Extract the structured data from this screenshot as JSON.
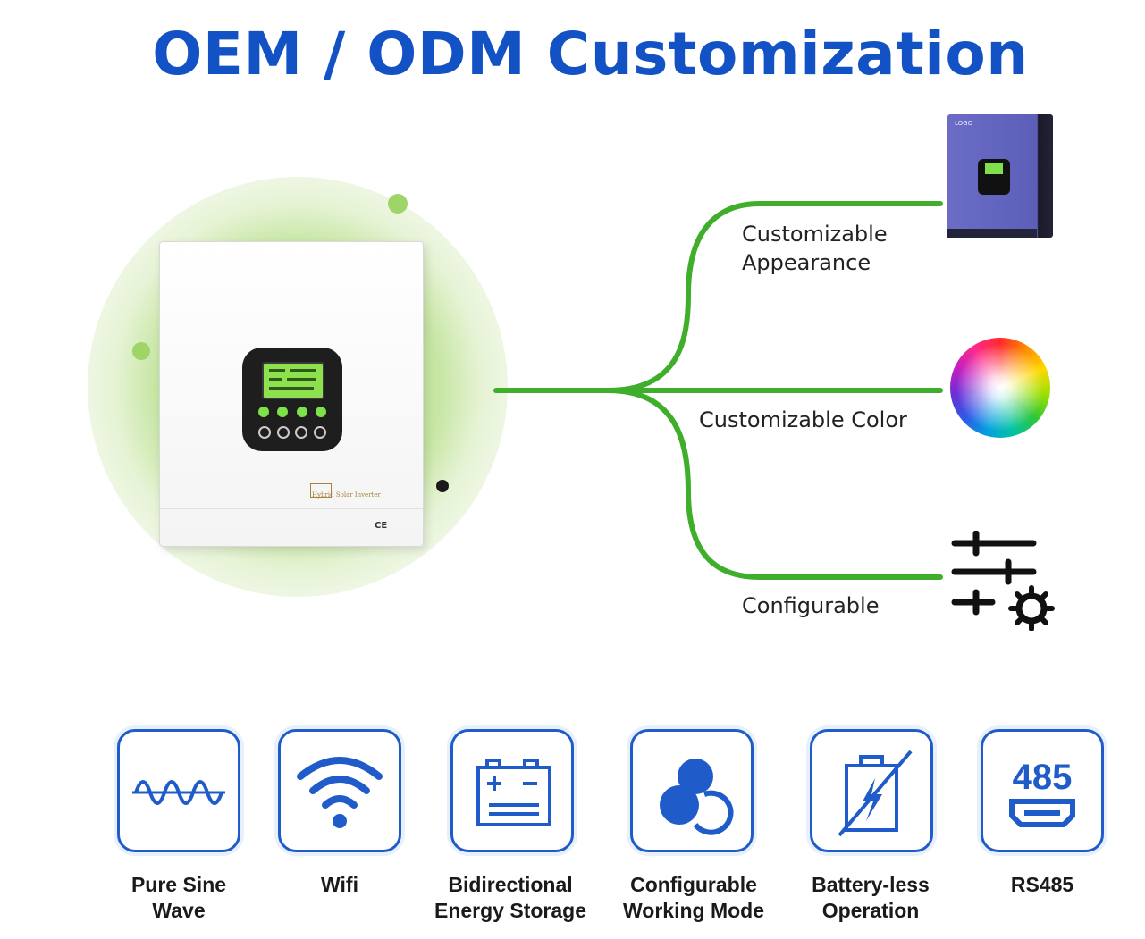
{
  "title": "OEM / ODM Customization",
  "product": {
    "brand_label": "Hybrid Solar Inverter",
    "cert_mark": "CE"
  },
  "branches": [
    {
      "line1": "Customizable",
      "line2": "Appearance",
      "icon": "purple-inverter-image"
    },
    {
      "line1": "Customizable Color",
      "line2": "",
      "icon": "color-wheel-icon"
    },
    {
      "line1": "Configurable",
      "line2": "",
      "icon": "sliders-gear-icon"
    }
  ],
  "purple_inverter_logo": "LOGO",
  "features": [
    {
      "line1": "Pure Sine",
      "line2": "Wave",
      "icon": "sine-wave-icon"
    },
    {
      "line1": "Wifi",
      "line2": "",
      "icon": "wifi-icon"
    },
    {
      "line1": "Bidirectional",
      "line2": "Energy Storage",
      "icon": "battery-icon"
    },
    {
      "line1": "Configurable",
      "line2": "Working Mode",
      "icon": "working-mode-icon"
    },
    {
      "line1": "Battery-less",
      "line2": "Operation",
      "icon": "battery-less-icon"
    },
    {
      "line1": "RS485",
      "line2": "",
      "icon": "rs485-port-icon",
      "icon_text": "485"
    }
  ],
  "colors": {
    "title_blue": "#1352c4",
    "card_border": "#1f5cc9",
    "branch_green": "#3fae2a",
    "halo_green": "#b8de8a"
  }
}
